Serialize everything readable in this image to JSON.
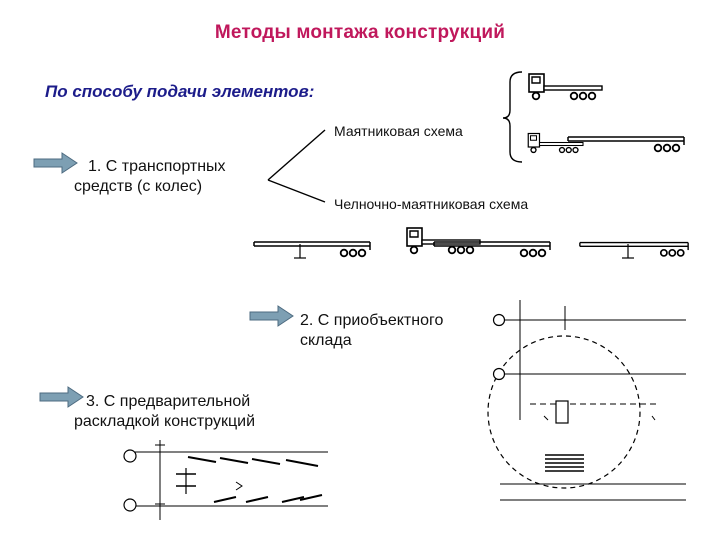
{
  "slide": {
    "title": "Методы монтажа конструкций",
    "subtitle": "По способу подачи элементов:",
    "methods": [
      {
        "line1": "1. С транспортных",
        "line2": "средств (с колес)"
      },
      {
        "line1": "2. С приобъектного",
        "line2": "склада"
      },
      {
        "line1": "3. С предварительной",
        "line2": "раскладкой конструкций"
      }
    ],
    "schemes": {
      "pendulum": "Маятниковая схема",
      "shuttle_pendulum": "Челночно-маятниковая схема"
    }
  },
  "colors": {
    "title": "#c0185c",
    "subtitle": "#1c1c8a",
    "arrow_fill": "#7d9fb3",
    "arrow_stroke": "#4d6b80",
    "line": "#000000"
  },
  "icons": [
    "arrow-right-icon",
    "truck-icon",
    "trailer-icon",
    "crane-icon"
  ]
}
